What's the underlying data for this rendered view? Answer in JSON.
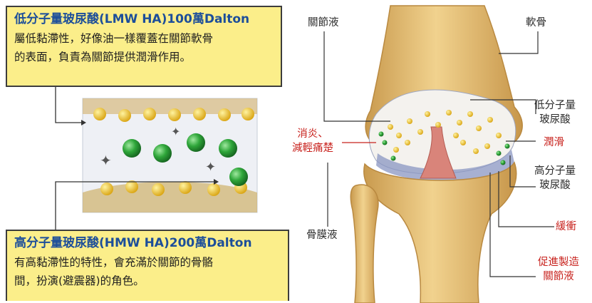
{
  "top_box": {
    "title": "低分子量玻尿酸(LMW HA)100萬Dalton",
    "lines": [
      "屬低黏滯性，好像油一樣覆蓋在關節軟骨",
      "的表面，負責為關節提供潤滑作用。"
    ]
  },
  "bottom_box": {
    "title": "高分子量玻尿酸(HMW HA)200萬Dalton",
    "lines": [
      "有高黏滯性的特性，會充滿於關節的骨骼",
      "間，扮演(避震器)的角色。"
    ]
  },
  "labels": {
    "synovial_fluid": "關節液",
    "cartilage": "軟骨",
    "anti_inflammation": [
      "消炎、",
      "減輕痛楚"
    ],
    "low_mw_ha": [
      "低分子量",
      "玻尿酸"
    ],
    "lubrication": "潤滑",
    "high_mw_ha": [
      "高分子量",
      "玻尿酸"
    ],
    "periosteal_fluid": "骨膜液",
    "cushioning": "緩衝",
    "promote_synovial_fluid": [
      "促進製造",
      "關節液"
    ]
  },
  "colors": {
    "box_fill": "#fbee8a",
    "title_blue": "#1c4e9a",
    "label_red": "#c8231e",
    "bone": "#e6c27a",
    "ha_yellow": "#f2c21c",
    "ha_green": "#2ea33a"
  }
}
